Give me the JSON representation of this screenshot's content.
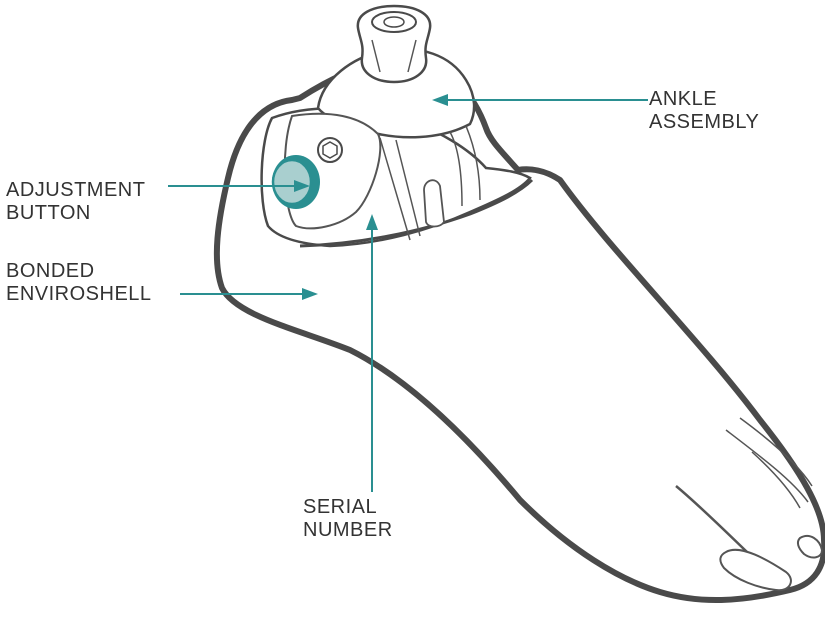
{
  "colors": {
    "outline": "#4a4a4a",
    "detail": "#555555",
    "fill": "#ffffff",
    "accent": "#2a8f91",
    "accent_light": "#a9cfcf",
    "text": "#333333"
  },
  "image": {
    "subject": "prosthetic-foot"
  },
  "labels": {
    "ankle_assembly": [
      "ANKLE",
      "ASSEMBLY"
    ],
    "adjustment_button": [
      "ADJUSTMENT",
      "BUTTON"
    ],
    "bonded_enviroshell": [
      "BONDED",
      "ENVIROSHELL"
    ],
    "serial_number": [
      "SERIAL",
      "NUMBER"
    ]
  }
}
